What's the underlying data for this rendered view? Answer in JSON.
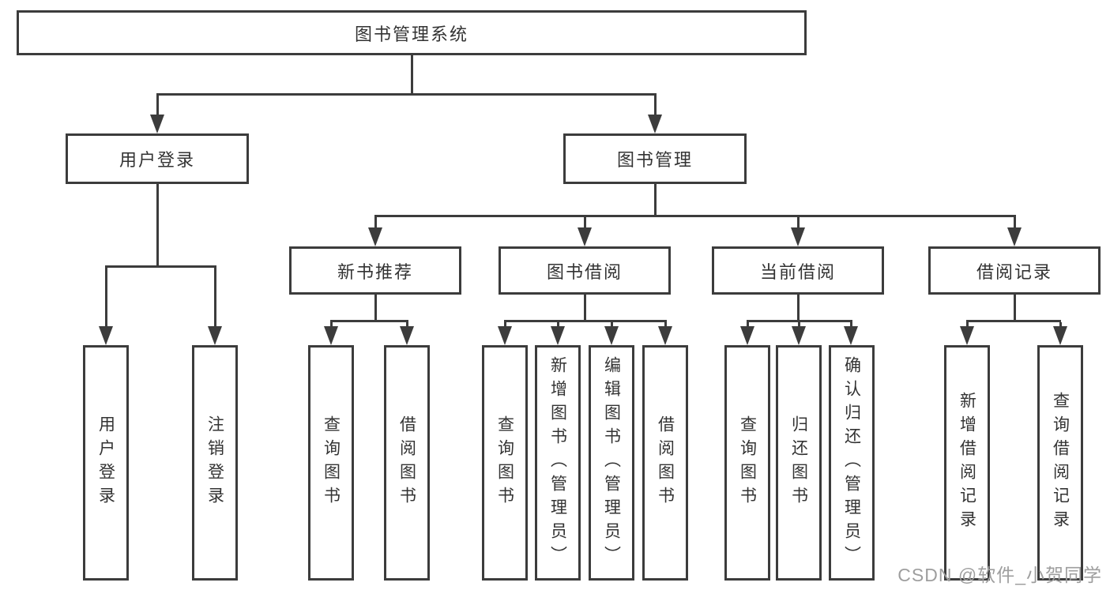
{
  "tree": {
    "label": "图书管理系统",
    "children": [
      {
        "label": "用户登录",
        "children": [
          {
            "label": "用户登录"
          },
          {
            "label": "注销登录"
          }
        ]
      },
      {
        "label": "图书管理",
        "children": [
          {
            "label": "新书推荐",
            "children": [
              {
                "label": "查询图书"
              },
              {
                "label": "借阅图书"
              }
            ]
          },
          {
            "label": "图书借阅",
            "children": [
              {
                "label": "查询图书"
              },
              {
                "label": "新增图书（管理员）"
              },
              {
                "label": "编辑图书（管理员）"
              },
              {
                "label": "借阅图书"
              }
            ]
          },
          {
            "label": "当前借阅",
            "children": [
              {
                "label": "查询图书"
              },
              {
                "label": "归还图书"
              },
              {
                "label": "确认归还（管理员）"
              }
            ]
          },
          {
            "label": "借阅记录",
            "children": [
              {
                "label": "新增借阅记录"
              },
              {
                "label": "查询借阅记录"
              }
            ]
          }
        ]
      }
    ]
  },
  "watermark": {
    "text": "CSDN @软件_小贺同学"
  },
  "colors": {
    "line": "#3c3c3c",
    "text": "#333333",
    "watermark": "#9e9e9e",
    "background": "#ffffff"
  }
}
